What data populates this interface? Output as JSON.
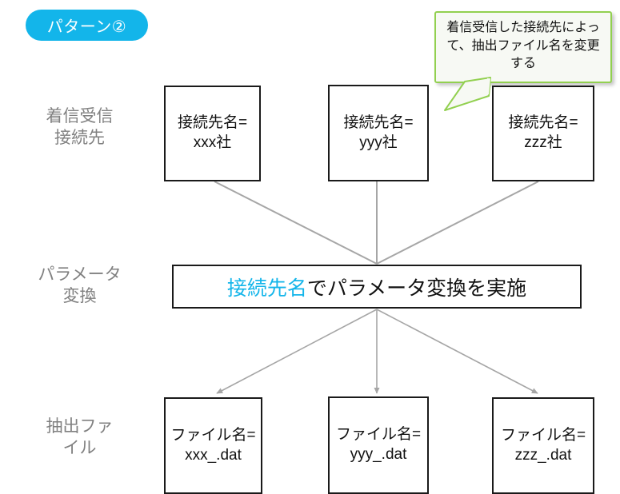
{
  "badge": {
    "label": "パターン②",
    "color": "#13b5ea",
    "text_color": "#ffffff"
  },
  "callout": {
    "text": "着信受信した接続先によって、抽出ファイル名を変更する",
    "border_color": "#92d050",
    "fill_color": "#f7f9f4"
  },
  "rows": [
    {
      "label_line1": "着信受信",
      "label_line2": "接続先"
    },
    {
      "label_line1": "パラメータ",
      "label_line2": "変換"
    },
    {
      "label_line1": "抽出ファ",
      "label_line2": "イル"
    }
  ],
  "source_boxes": [
    {
      "line1": "接続先名=",
      "line2": "xxx社"
    },
    {
      "line1": "接続先名=",
      "line2": "yyy社"
    },
    {
      "line1": "接続先名=",
      "line2": "zzz社"
    }
  ],
  "transform_box": {
    "highlight": "接続先名",
    "rest": "でパラメータ変換を実施",
    "highlight_color": "#13b5ea"
  },
  "output_boxes": [
    {
      "line1": "ファイル名=",
      "line2": "xxx_.dat"
    },
    {
      "line1": "ファイル名=",
      "line2": "yyy_.dat"
    },
    {
      "line1": "ファイル名=",
      "line2": "zzz_.dat"
    }
  ],
  "connectors": {
    "color": "#a6a6a6"
  }
}
